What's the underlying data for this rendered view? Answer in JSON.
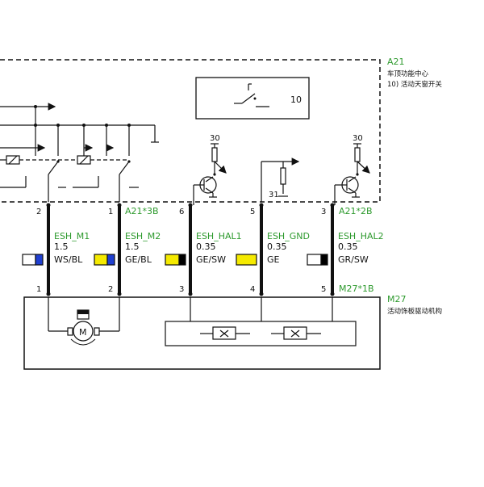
{
  "a21": {
    "code": "A21",
    "name": "车顶功能中心",
    "note": "10)  活动天窗开关",
    "switch_ref": "10"
  },
  "m27": {
    "code": "M27",
    "name": "活动饰板驱动机构"
  },
  "connectors": {
    "a21_3b": "A21*3B",
    "a21_2b": "A21*2B",
    "m27_1b": "M27*1B"
  },
  "terminals": {
    "t30_left": "30",
    "t30_right": "30",
    "t31": "31"
  },
  "wires": [
    {
      "signal": "ESH_M1",
      "gauge": "1.5",
      "color": "WS/BL",
      "pin_top": "2",
      "pin_bottom": "1",
      "swatch": [
        "#ffffff",
        "#1f3fd1"
      ]
    },
    {
      "signal": "ESH_M2",
      "gauge": "1.5",
      "color": "GE/BL",
      "pin_top": "1",
      "pin_bottom": "2",
      "swatch": [
        "#f5ea00",
        "#1f3fd1"
      ]
    },
    {
      "signal": "ESH_HAL1",
      "gauge": "0.35",
      "color": "GE/SW",
      "pin_top": "6",
      "pin_bottom": "3",
      "swatch": [
        "#f5ea00",
        "#000000"
      ]
    },
    {
      "signal": "ESH_GND",
      "gauge": "0.35",
      "color": "GE",
      "pin_top": "5",
      "pin_bottom": "4",
      "swatch": [
        "#f5ea00"
      ]
    },
    {
      "signal": "ESH_HAL2",
      "gauge": "0.35",
      "color": "GR/SW",
      "pin_top": "3",
      "pin_bottom": "5",
      "swatch": [
        "#ffffff",
        "#000000"
      ]
    }
  ],
  "motor_symbol": "M"
}
